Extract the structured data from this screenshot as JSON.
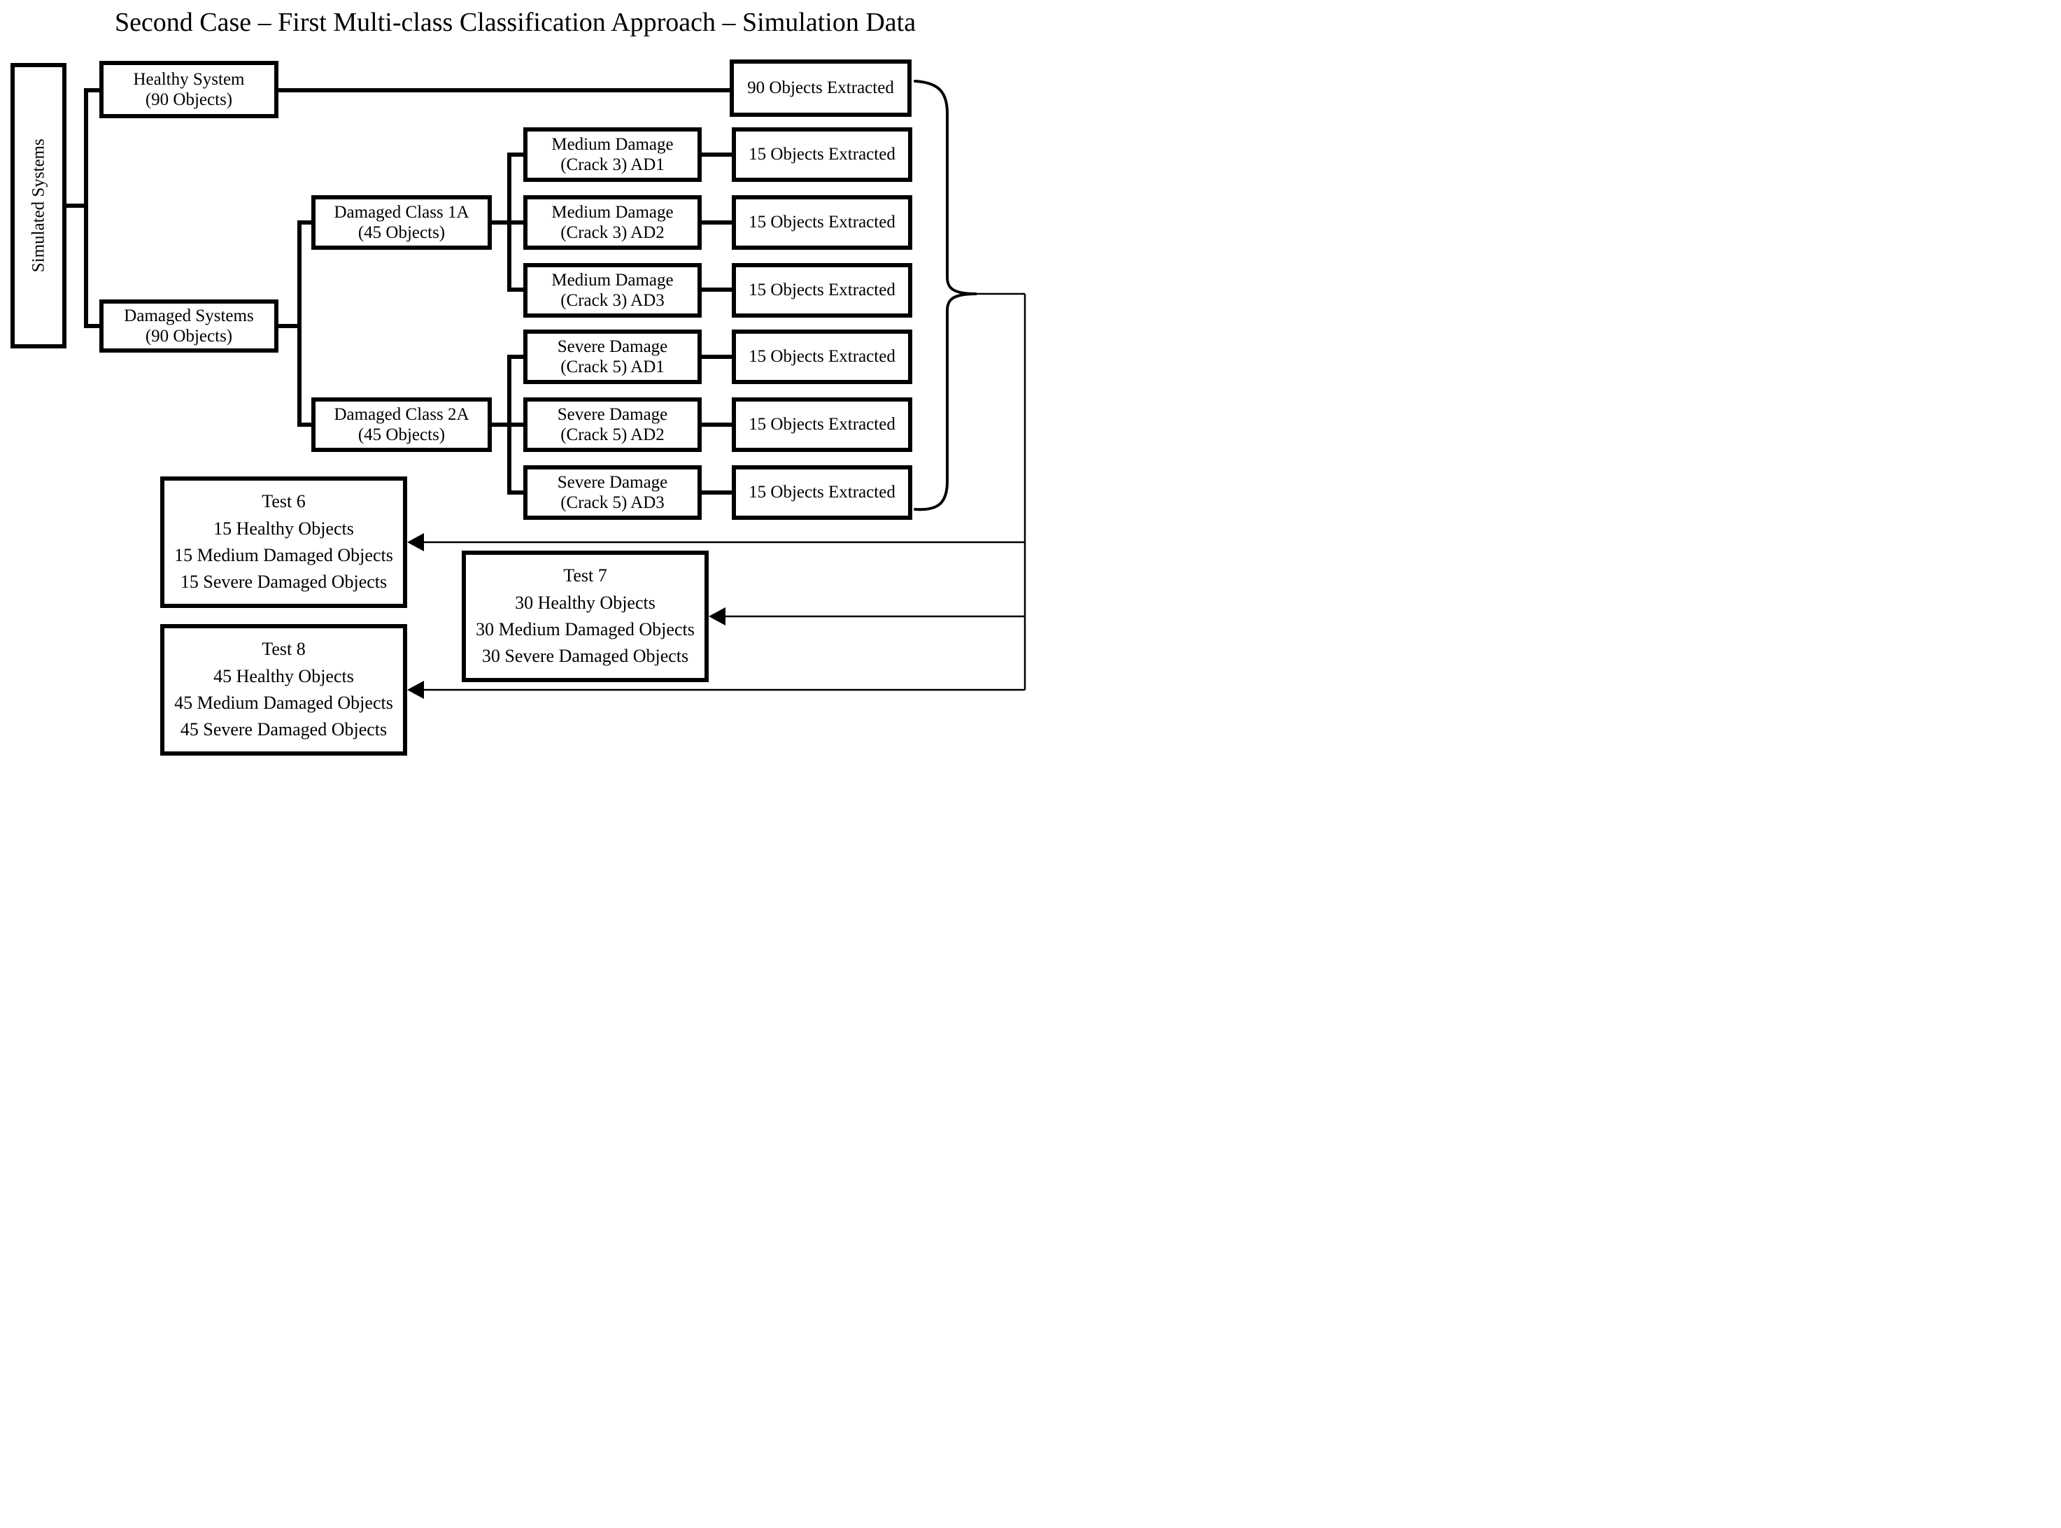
{
  "title": "Second Case – First Multi-class Classification Approach – Simulation Data",
  "root": {
    "label": "Simulated Systems"
  },
  "branches": {
    "healthy": {
      "line1": "Healthy System",
      "line2": "(90 Objects)"
    },
    "damaged": {
      "line1": "Damaged Systems",
      "line2": "(90 Objects)"
    }
  },
  "classes": [
    {
      "line1": "Damaged Class 1A",
      "line2": "(45 Objects)"
    },
    {
      "line1": "Damaged Class 2A",
      "line2": "(45 Objects)"
    }
  ],
  "cases": [
    {
      "line1": "Medium Damage",
      "line2": "(Crack 3) AD1"
    },
    {
      "line1": "Medium Damage",
      "line2": "(Crack 3) AD2"
    },
    {
      "line1": "Medium Damage",
      "line2": "(Crack 3) AD3"
    },
    {
      "line1": "Severe Damage",
      "line2": "(Crack 5) AD1"
    },
    {
      "line1": "Severe Damage",
      "line2": "(Crack 5) AD2"
    },
    {
      "line1": "Severe Damage",
      "line2": "(Crack 5) AD3"
    }
  ],
  "extracted": {
    "healthy": "90 Objects Extracted",
    "cases": [
      "15 Objects Extracted",
      "15 Objects Extracted",
      "15 Objects Extracted",
      "15 Objects Extracted",
      "15 Objects Extracted",
      "15 Objects Extracted"
    ]
  },
  "tests": [
    {
      "name": "Test 6",
      "lines": [
        "15 Healthy Objects",
        "15 Medium Damaged Objects",
        "15 Severe Damaged Objects"
      ]
    },
    {
      "name": "Test 7",
      "lines": [
        "30 Healthy Objects",
        "30 Medium Damaged Objects",
        "30 Severe Damaged Objects"
      ]
    },
    {
      "name": "Test 8",
      "lines": [
        "45 Healthy Objects",
        "45 Medium Damaged Objects",
        "45 Severe Damaged Objects"
      ]
    }
  ],
  "colors": {
    "background": "#ffffff",
    "line": "#000000",
    "text": "#000000"
  }
}
